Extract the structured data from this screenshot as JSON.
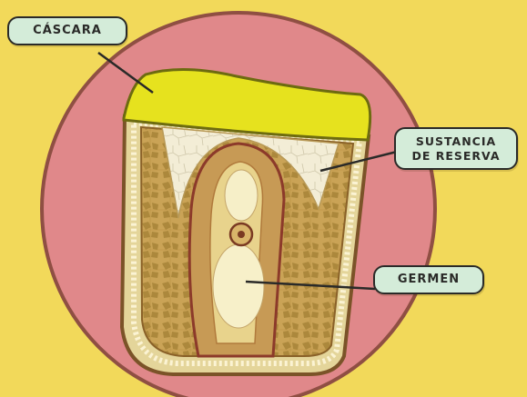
{
  "labels": {
    "cascara": "CÁSCARA",
    "sustancia_line1": "SUSTANCIA",
    "sustancia_line2": "DE RESERVA",
    "germen": "GERMEN"
  },
  "colors": {
    "background": "#f2d95a",
    "circle": "#e0888a",
    "shell": "#e6e21e",
    "reserve": "#c9a054",
    "endosperm": "#f2ecd4",
    "label_fill": "#d4ecd9",
    "outline": "#2a2a28"
  }
}
